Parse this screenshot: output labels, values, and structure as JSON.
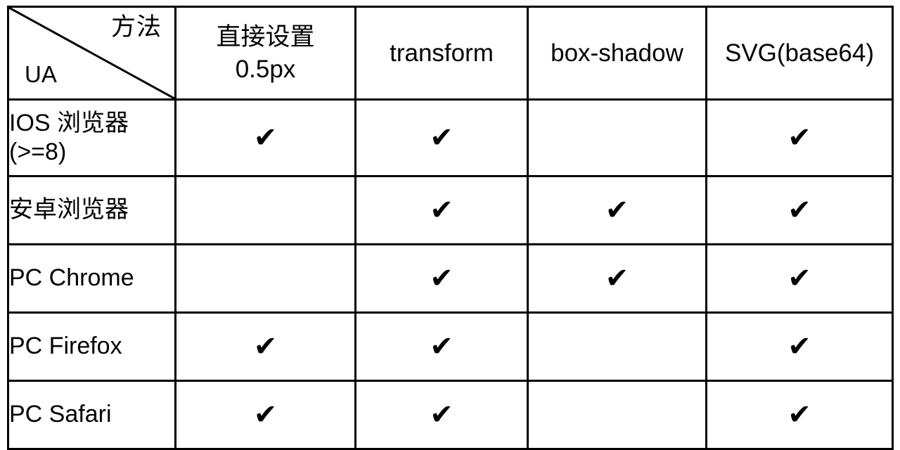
{
  "table": {
    "corner": {
      "method_label": "方法",
      "ua_label": "UA",
      "diagonal_icon": "diagonal-divider-line"
    },
    "columns": [
      {
        "id": "direct-0-5px",
        "lines": [
          "直接设置",
          "0.5px"
        ]
      },
      {
        "id": "transform",
        "lines": [
          "transform"
        ]
      },
      {
        "id": "box-shadow",
        "lines": [
          "box-shadow"
        ]
      },
      {
        "id": "svg-base64",
        "lines": [
          "SVG(base64)"
        ]
      }
    ],
    "check_glyph": "✔",
    "rows": [
      {
        "id": "ios-browser",
        "label_lines": [
          "IOS 浏览器",
          "(>=8)"
        ],
        "cells": [
          true,
          true,
          false,
          true
        ]
      },
      {
        "id": "android-browser",
        "label_lines": [
          "安卓浏览器"
        ],
        "cells": [
          false,
          true,
          true,
          true
        ]
      },
      {
        "id": "pc-chrome",
        "label_lines": [
          "PC Chrome"
        ],
        "cells": [
          false,
          true,
          true,
          true
        ]
      },
      {
        "id": "pc-firefox",
        "label_lines": [
          "PC Firefox"
        ],
        "cells": [
          true,
          true,
          false,
          true
        ]
      },
      {
        "id": "pc-safari",
        "label_lines": [
          "PC Safari"
        ],
        "cells": [
          true,
          true,
          false,
          true
        ]
      }
    ],
    "colors": {
      "border": "#000000",
      "background": "#ffffff",
      "text": "#000000"
    }
  }
}
